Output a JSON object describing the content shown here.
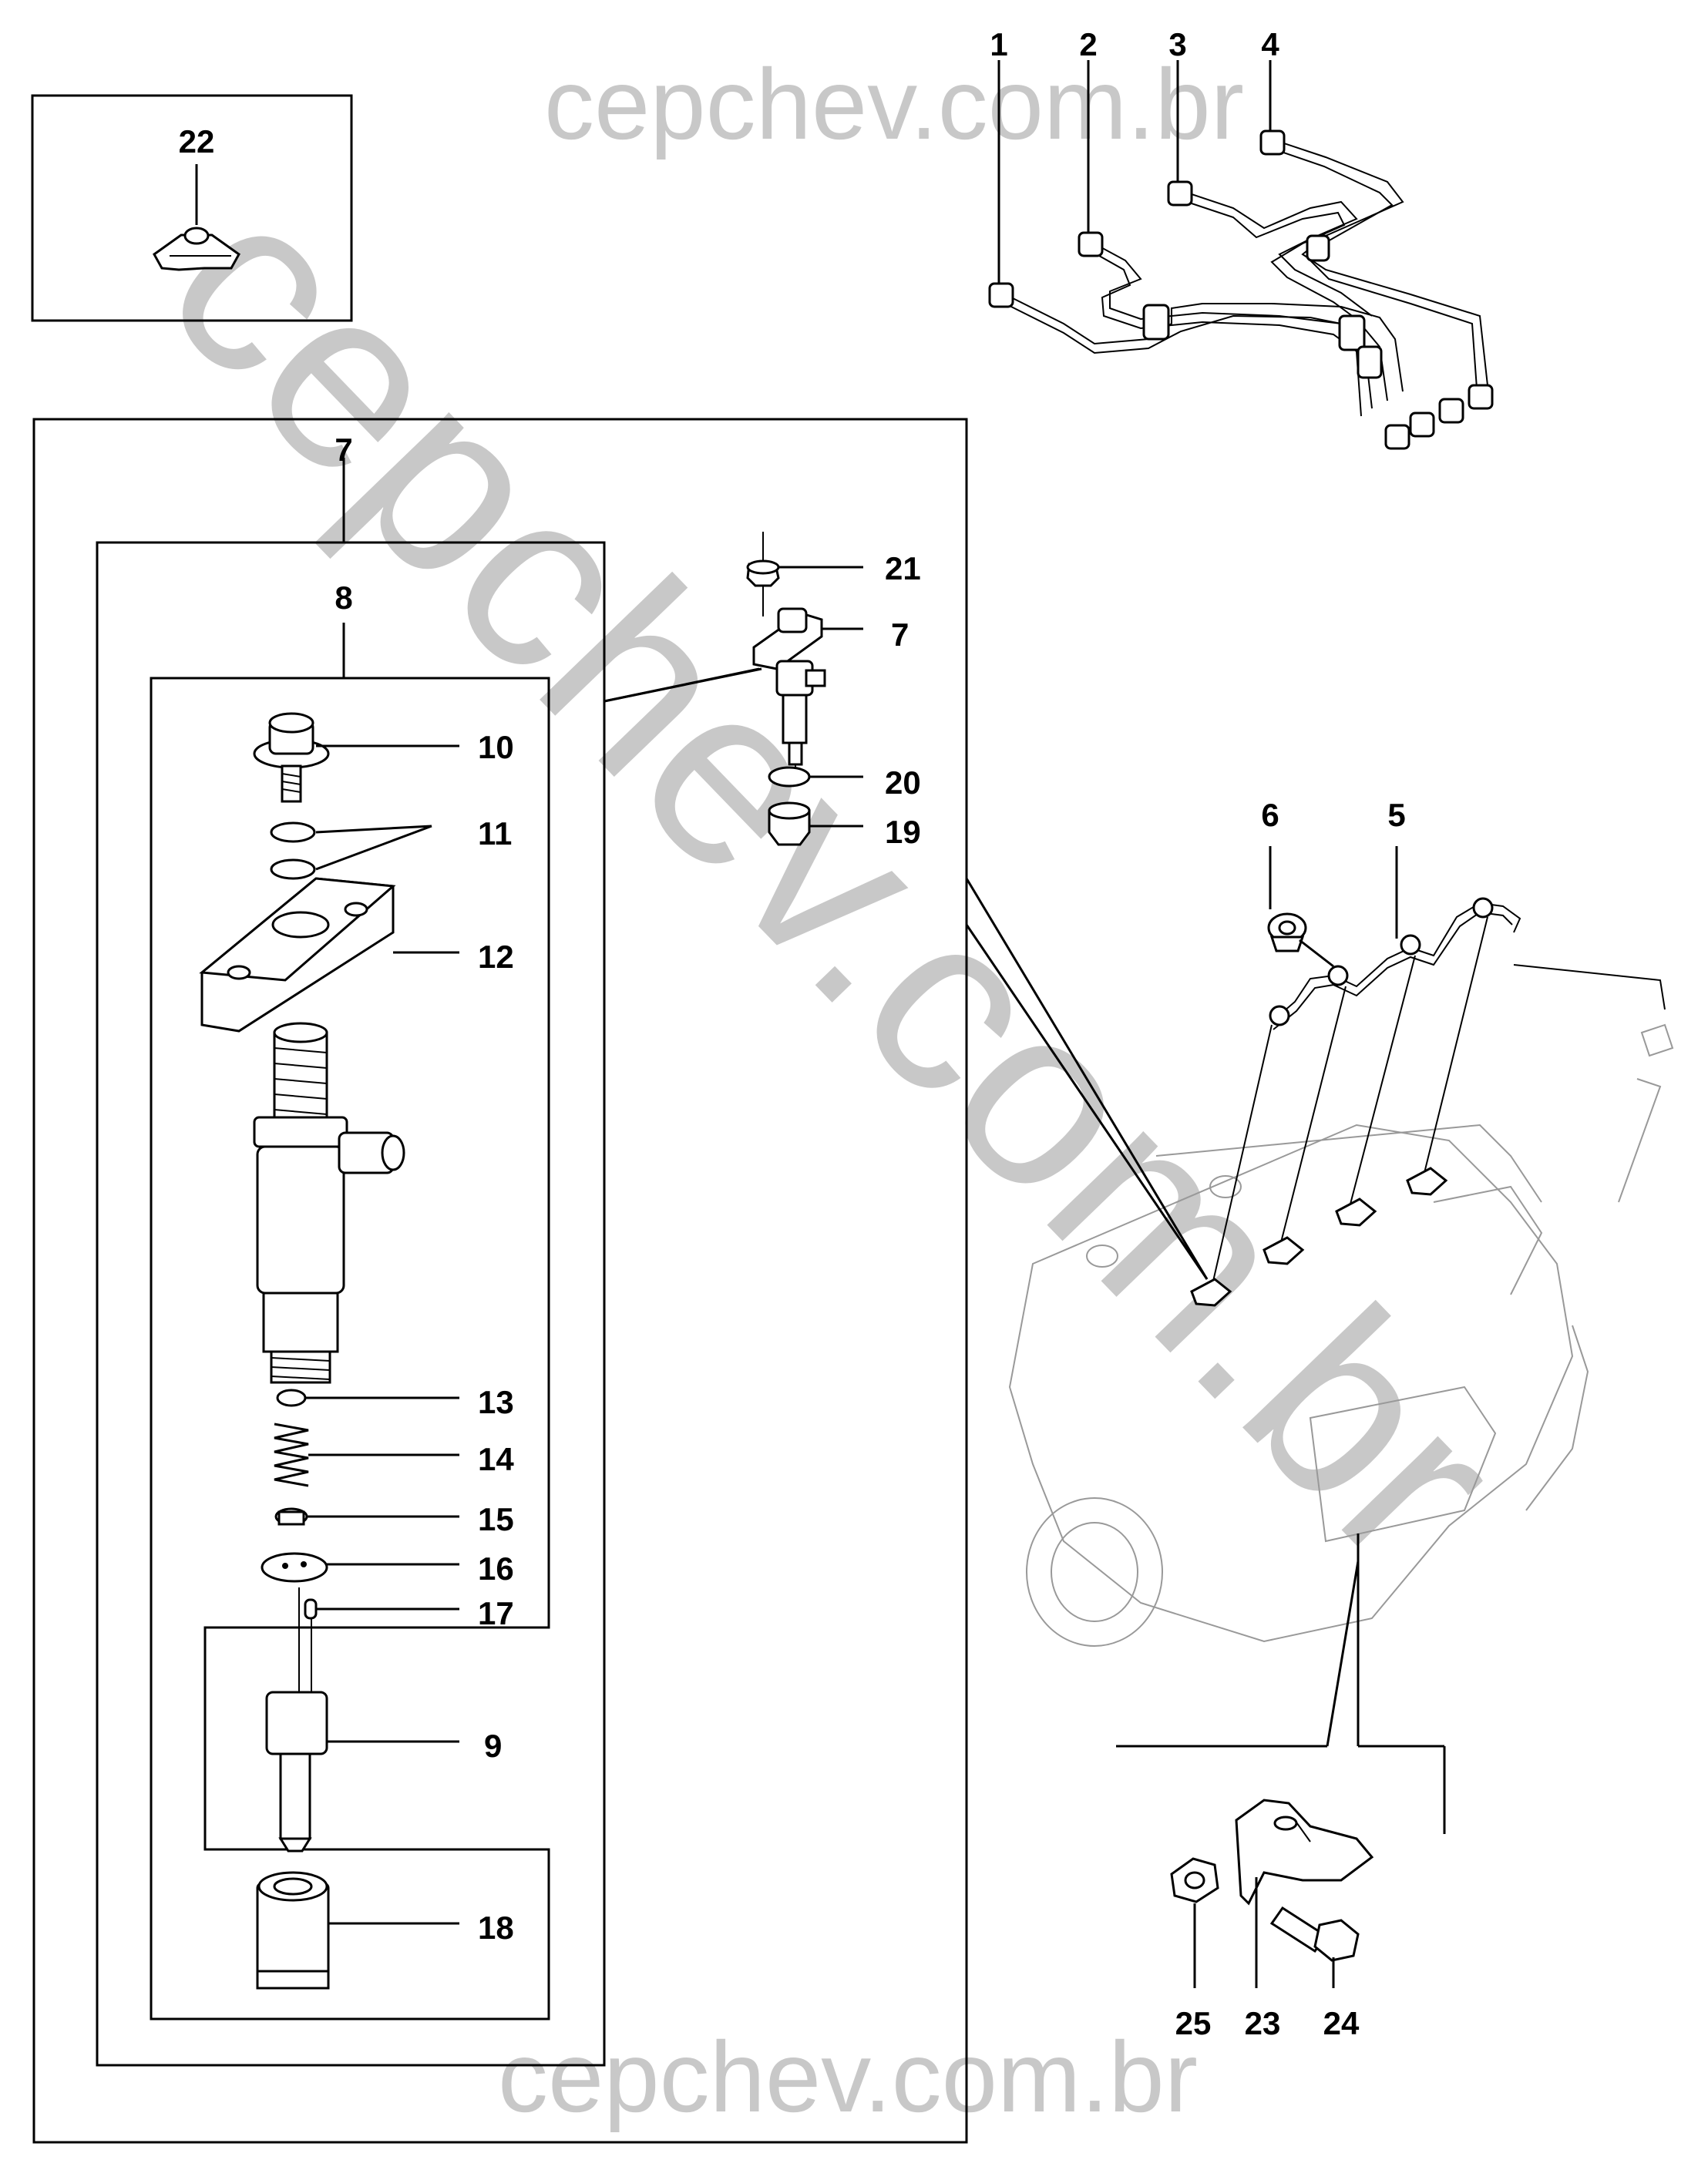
{
  "watermark": {
    "top": "cepchev.com.br",
    "diagonal": "cepchev.com.br",
    "bottom": "cepchev.com.br"
  },
  "callouts": {
    "c1": "1",
    "c2": "2",
    "c3": "3",
    "c4": "4",
    "c5": "5",
    "c6": "6",
    "c7a": "7",
    "c7b": "7",
    "c8": "8",
    "c9": "9",
    "c10": "10",
    "c11": "11",
    "c12": "12",
    "c13": "13",
    "c14": "14",
    "c15": "15",
    "c16": "16",
    "c17": "17",
    "c18": "18",
    "c19": "19",
    "c20": "20",
    "c21": "21",
    "c22": "22",
    "c23": "23",
    "c24": "24",
    "c25": "25"
  }
}
